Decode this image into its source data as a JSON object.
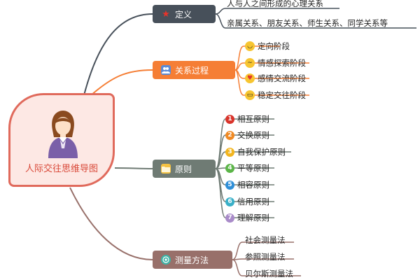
{
  "center": {
    "title": "人际交往思维导图",
    "icon": "person-avatar"
  },
  "branches": {
    "definition": {
      "label": "定义",
      "icon": "star-icon",
      "color": "#47505a",
      "items": [
        "人与人之间形成的心理关系",
        "亲属关系、朋友关系、师生关系、同学关系等"
      ]
    },
    "process": {
      "label": "关系过程",
      "icon": "people-icon",
      "color": "#f57e35",
      "items": [
        "定向阶段",
        "情感探索阶段",
        "感情交流阶段",
        "稳定交往阶段"
      ],
      "item_icons": [
        "smile-emoji",
        "thinking-emoji",
        "heart-eyes-emoji",
        "grin-emoji"
      ]
    },
    "principles": {
      "label": "原则",
      "icon": "folder-icon",
      "color": "#6f7b74",
      "items": [
        "相互原则",
        "交换原则",
        "自我保护原则",
        "平等原则",
        "相容原则",
        "信用原则",
        "理解原则"
      ],
      "numbers": [
        "1",
        "2",
        "3",
        "4",
        "5",
        "6",
        "7"
      ],
      "number_colors": [
        "#d9342b",
        "#f08a24",
        "#f2b51f",
        "#5bb548",
        "#2f8fd8",
        "#3ab0c8",
        "#a98bc9"
      ]
    },
    "measurement": {
      "label": "测量方法",
      "icon": "target-icon",
      "color": "#98706a",
      "items": [
        "社会测量法",
        "参照测量法",
        "贝尔斯测量法"
      ]
    }
  }
}
